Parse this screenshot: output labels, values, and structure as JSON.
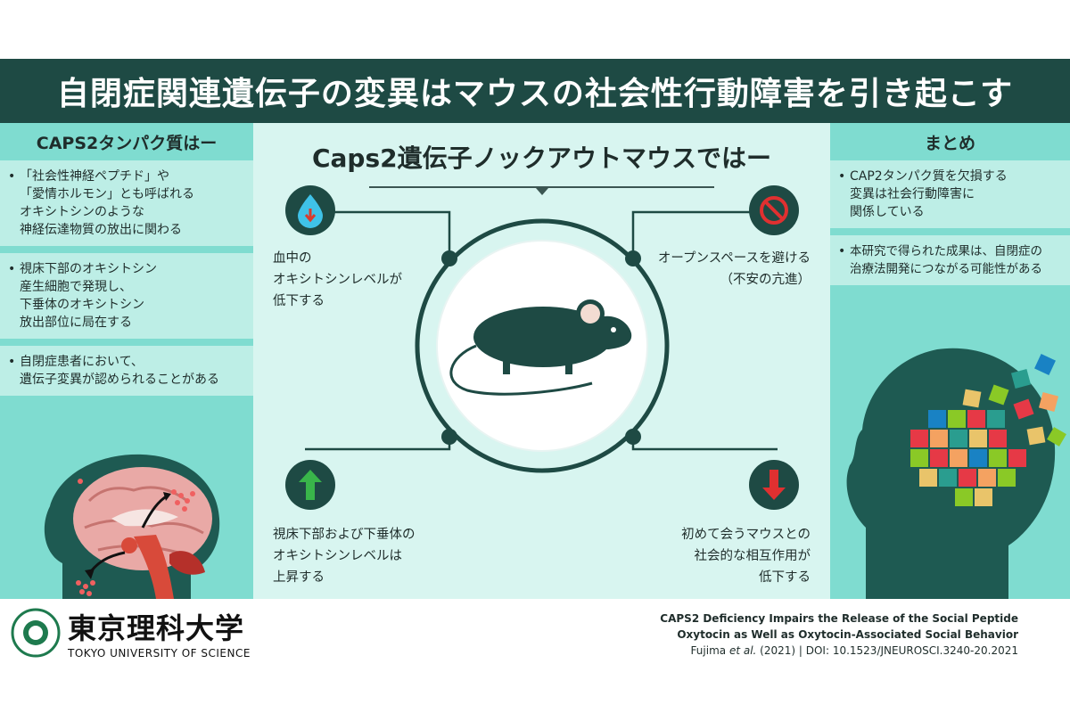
{
  "title": "自閉症関連遺伝子の変異はマウスの社会性行動障害を引き起こす",
  "left_panel": {
    "heading": "CAPS2タンパク質はー",
    "bullets": [
      [
        "「社会性神経ペプチド」や",
        "「愛情ホルモン」とも呼ばれる",
        "オキシトシンのような",
        "神経伝達物質の放出に関わる"
      ],
      [
        "視床下部のオキシトシン",
        "産生細胞で発現し、",
        "下垂体のオキシトシン",
        "放出部位に局在する"
      ],
      [
        "自閉症患者において、",
        "遺伝子変異が認められることがある"
      ]
    ]
  },
  "mid_panel": {
    "heading": "Caps2遺伝子ノックアウトマウスではー",
    "top_left": [
      "血中の",
      "オキシトシンレベルが",
      "低下する"
    ],
    "top_right": [
      "オープンスペースを避ける",
      "（不安の亢進）"
    ],
    "bottom_left": [
      "視床下部および下垂体の",
      "オキシトシンレベルは",
      "上昇する"
    ],
    "bottom_right": [
      "初めて会うマウスとの",
      "社会的な相互作用が",
      "低下する"
    ]
  },
  "right_panel": {
    "heading": "まとめ",
    "bullets": [
      [
        "CAP2タンパク質を欠損する",
        "変異は社会行動障害に",
        "関係している"
      ],
      [
        "本研究で得られた成果は、自閉症の",
        "治療法開発につながる可能性がある"
      ]
    ]
  },
  "footer": {
    "logo_jp": "東京理科大学",
    "logo_en": "TOKYO UNIVERSITY OF SCIENCE",
    "paper_title_1": "CAPS2 Deficiency Impairs the Release of the Social Peptide",
    "paper_title_2": "Oxytocin as Well as Oxytocin-Associated Social Behavior",
    "authors": "Fujima ",
    "etal": "et al.",
    "year_doi": " (2021)  |  DOI: 10.1523/JNEUROSCI.3240-20.2021"
  },
  "colors": {
    "title_bg": "#1e4a44",
    "side_panel": "#7fdcd0",
    "mid_panel": "#d8f5f0",
    "icon_circle": "#1e4a44"
  },
  "icons": {
    "blood_drop": "drop-down-icon",
    "no_entry": "no-entry-icon",
    "up_arrow": "arrow-up-icon",
    "down_arrow": "arrow-down-icon"
  }
}
